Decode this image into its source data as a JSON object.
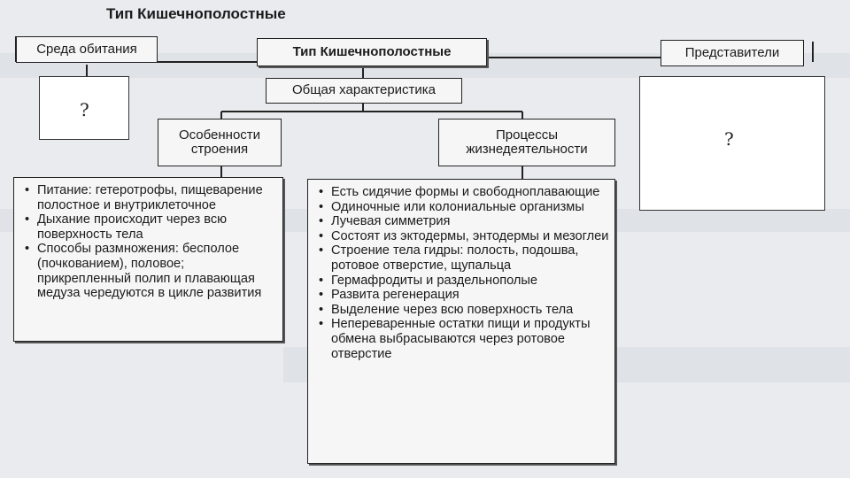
{
  "title": "Тип Кишечнополостные",
  "nodes": {
    "habitat": "Среда обитания",
    "root": "Тип Кишечнополостные",
    "representatives": "Представители",
    "general": "Общая характеристика",
    "structure": "Особенности строения",
    "processes": "Процессы жизнедеятельности"
  },
  "placeholders": {
    "habitat_answer": "?",
    "representatives_answer": "?"
  },
  "structure_items": [
    "Питание: гетеротрофы, пищеварение полостное и внутриклеточное",
    "Дыхание происходит через всю поверхность тела",
    "Способы размножения: бесполое (почкованием), половое; прикрепленный полип и плавающая медуза чередуются в цикле развития"
  ],
  "process_items": [
    "Есть сидячие формы и свободноплавающие",
    "Одиночные или колониальные организмы",
    "Лучевая симметрия",
    "Состоят из эктодермы, энтодермы и мезоглеи",
    "Строение тела гидры: полость, подошва, ротовое отверстие, щупальца",
    "Гермафродиты и раздельнополые",
    "Развита регенерация",
    "Выделение через всю поверхность тела",
    "Непереваренные остатки пищи и продукты обмена выбрасываются через ротовое отверстие"
  ]
}
